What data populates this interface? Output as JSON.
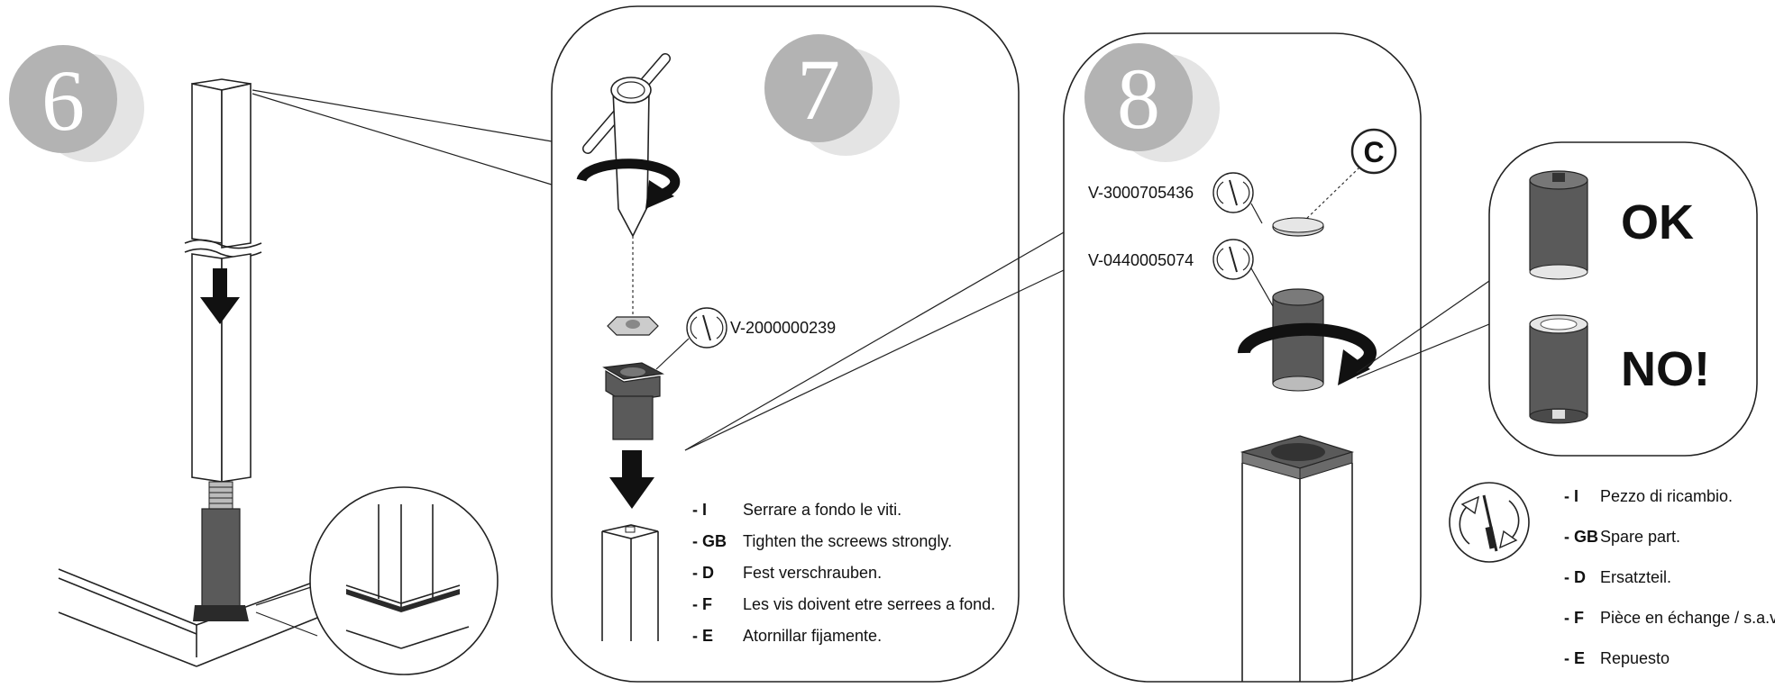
{
  "steps": [
    {
      "number": "6"
    },
    {
      "number": "7"
    },
    {
      "number": "8"
    }
  ],
  "step7": {
    "part_code": "V-2000000239",
    "instructions": [
      {
        "lang": "- I",
        "text": "Serrare a fondo le viti."
      },
      {
        "lang": "- GB",
        "text": "Tighten the screews strongly."
      },
      {
        "lang": "- D",
        "text": "Fest verschrauben."
      },
      {
        "lang": "- F",
        "text": "Les vis doivent etre serrees a fond."
      },
      {
        "lang": "- E",
        "text": "Atornillar fijamente."
      }
    ]
  },
  "step8": {
    "part_codes": [
      "V-3000705436",
      "V-0440005074"
    ],
    "callout_letter": "C",
    "ok_label": "OK",
    "no_label": "NO!"
  },
  "legend": {
    "icon": "spare-part-icon",
    "entries": [
      {
        "lang": "- I",
        "text": "Pezzo di ricambio."
      },
      {
        "lang": "- GB",
        "text": "Spare part."
      },
      {
        "lang": "- D",
        "text": "Ersatzteil."
      },
      {
        "lang": "- F",
        "text": "Pièce en échange / s.a.v."
      },
      {
        "lang": "- E",
        "text": "Repuesto"
      }
    ]
  },
  "colors": {
    "step_badge": "#b3b3b3",
    "step_badge_shadow": "#e4e4e4",
    "part_dark": "#5a5a5a",
    "part_light": "#9a9a9a"
  }
}
